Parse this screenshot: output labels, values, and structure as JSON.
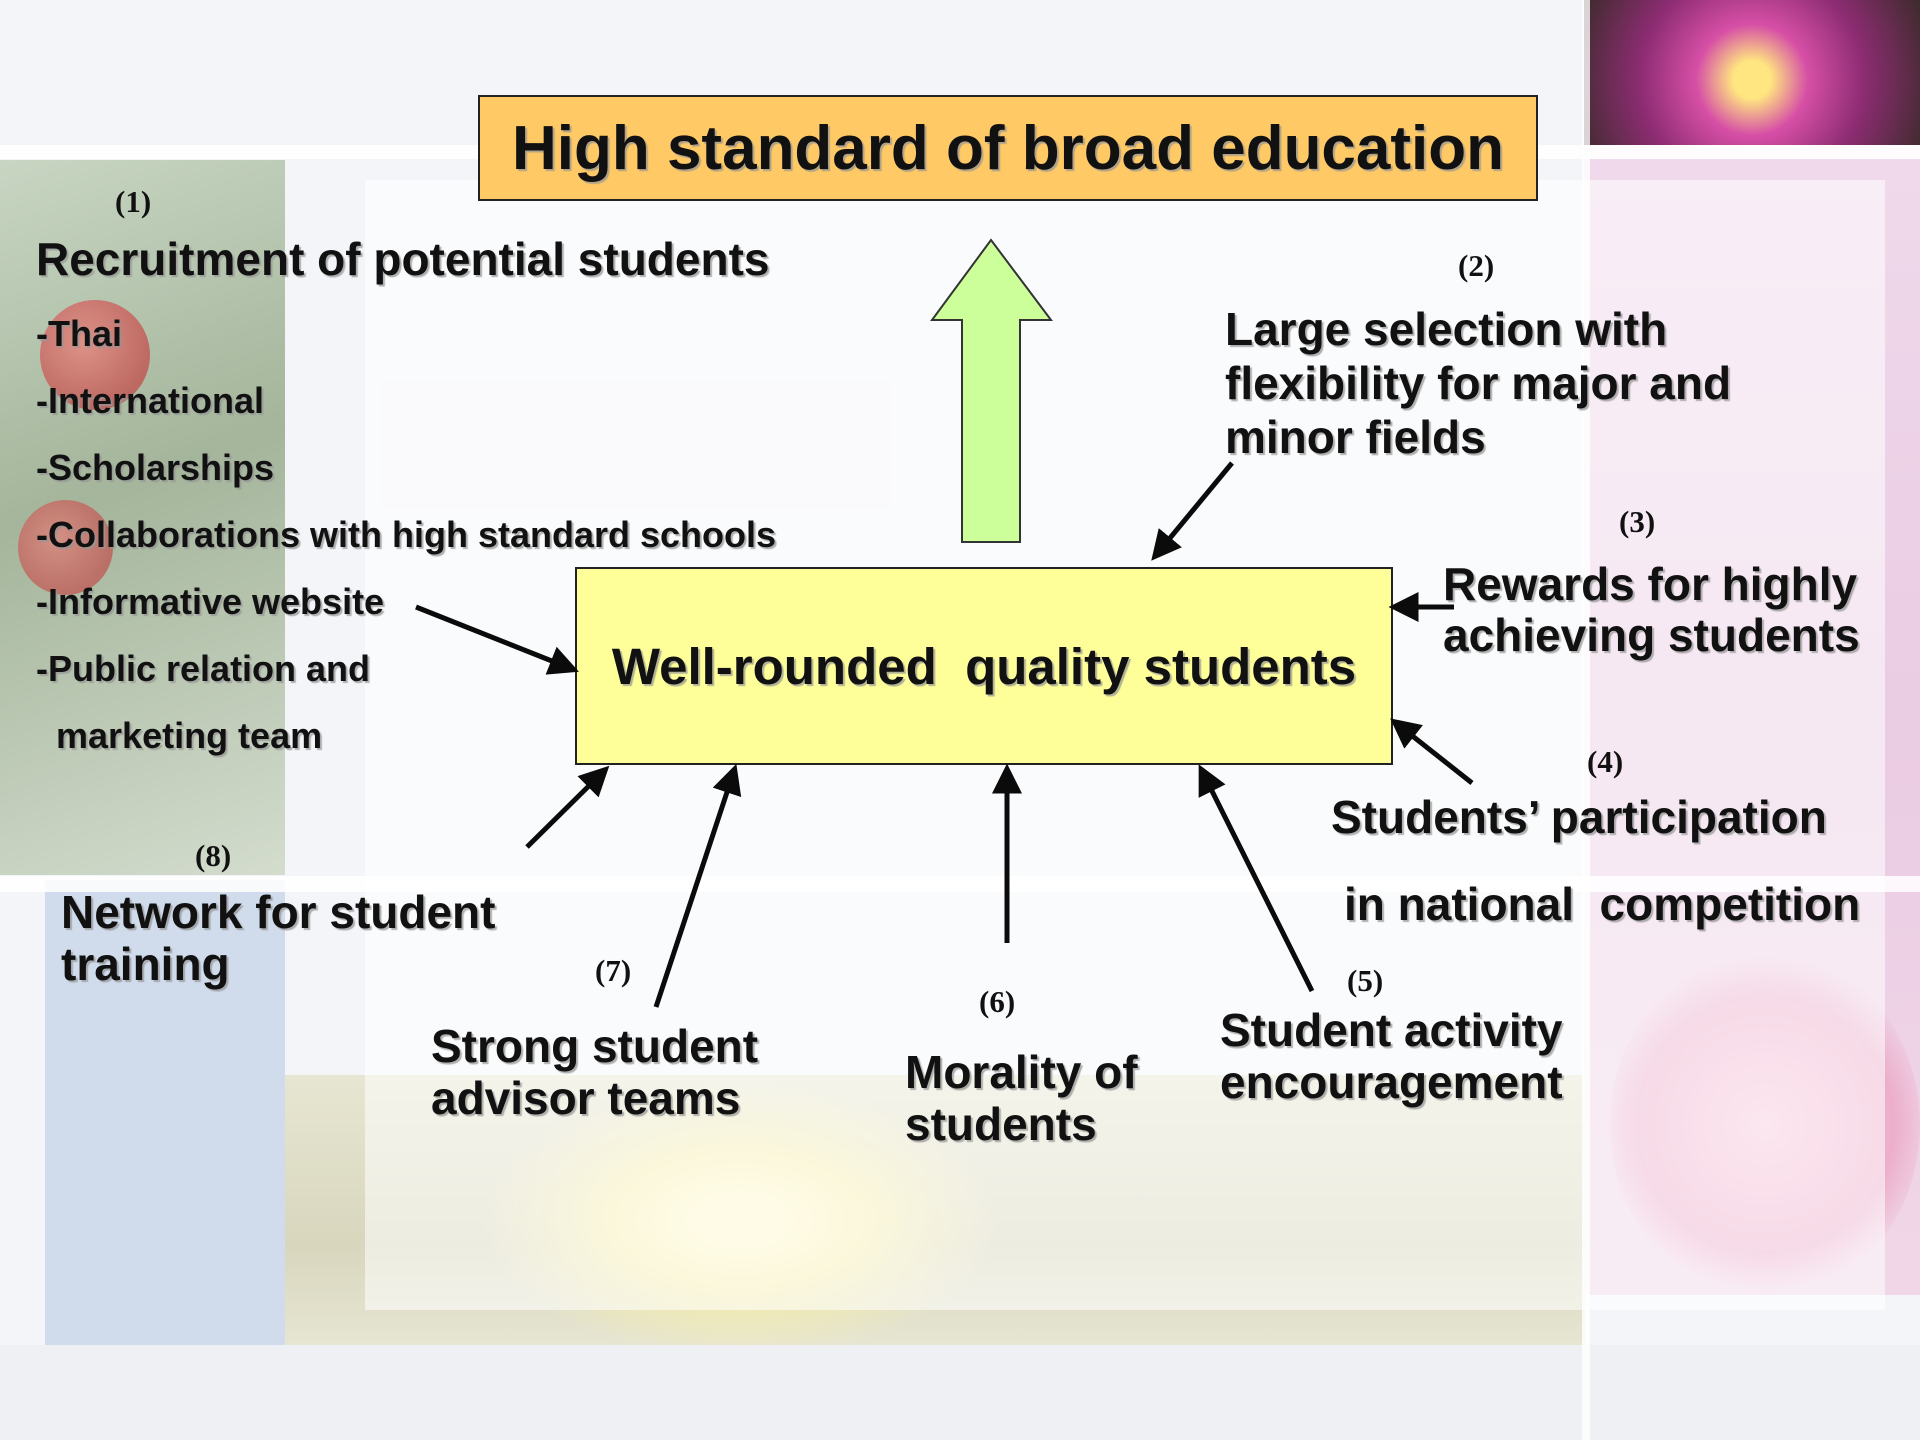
{
  "colors": {
    "top_box_fill": "#ffc965",
    "center_box_fill": "#ffff9a",
    "big_arrow_fill": "#ccff99",
    "arrow": "#0b0b0b"
  },
  "diagram": {
    "goal": "High standard of broad education",
    "center": "Well-rounded  quality students",
    "factors": [
      {
        "number": "(1)",
        "title": "Recruitment of potential students",
        "items": [
          "-Thai",
          "-International",
          "-Scholarships",
          "-Collaborations with high standard schools",
          "-Informative website",
          "-Public relation and",
          "  marketing team"
        ]
      },
      {
        "number": "(2)",
        "text": "Large selection with\nflexibility for major and\nminor fields"
      },
      {
        "number": "(3)",
        "text": "Rewards for highly\nachieving students"
      },
      {
        "number": "(4)",
        "line1": "Students’ participation",
        "line2": "in national  competition"
      },
      {
        "number": "(5)",
        "text": "Student activity\nencouragement"
      },
      {
        "number": "(6)",
        "text": "Morality of\nstudents"
      },
      {
        "number": "(7)",
        "text": "Strong student\nadvisor teams"
      },
      {
        "number": "(8)",
        "text": "Network for student\ntraining"
      }
    ]
  }
}
